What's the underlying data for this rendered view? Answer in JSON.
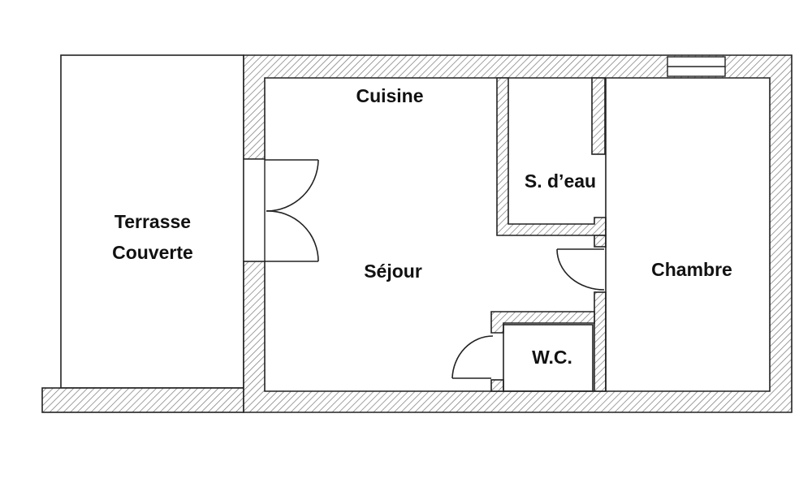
{
  "rooms": {
    "terrasse_line1": "Terrasse",
    "terrasse_line2": "Couverte",
    "cuisine": "Cuisine",
    "salle_eau": "S. d’eau",
    "sejour": "Séjour",
    "chambre": "Chambre",
    "wc": "W.C."
  }
}
